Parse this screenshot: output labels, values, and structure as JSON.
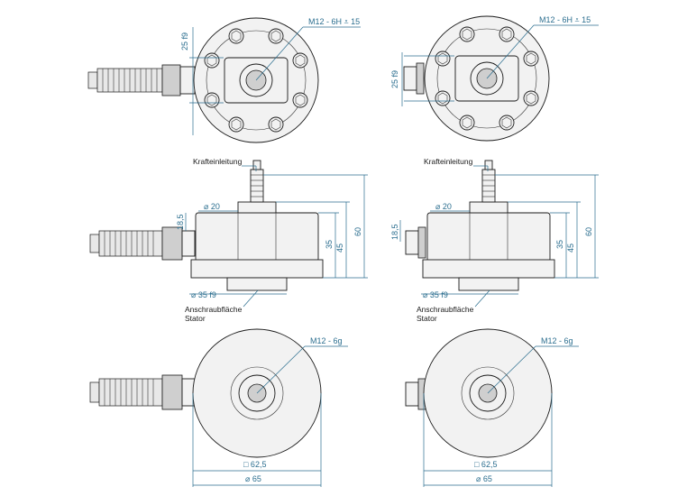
{
  "labels": {
    "thread_flange": "M12 - 6H ⩡ 15",
    "thread_pin": "M12 - 6g",
    "force_input": "Krafteinleitung",
    "mount_surface": "Anschraubfläche",
    "stator": "Stator"
  },
  "dimensions": {
    "d25f9": "25 f9",
    "d20": "⌀ 20",
    "d18_5": "18,5",
    "d35": "35",
    "d45": "45",
    "d60": "60",
    "d35f9": "⌀ 35 f9",
    "sq62_5": "□ 62,5",
    "d65": "⌀ 65"
  },
  "colors": {
    "dimension": "#2b6e8f",
    "outline": "#1a1a1a"
  }
}
